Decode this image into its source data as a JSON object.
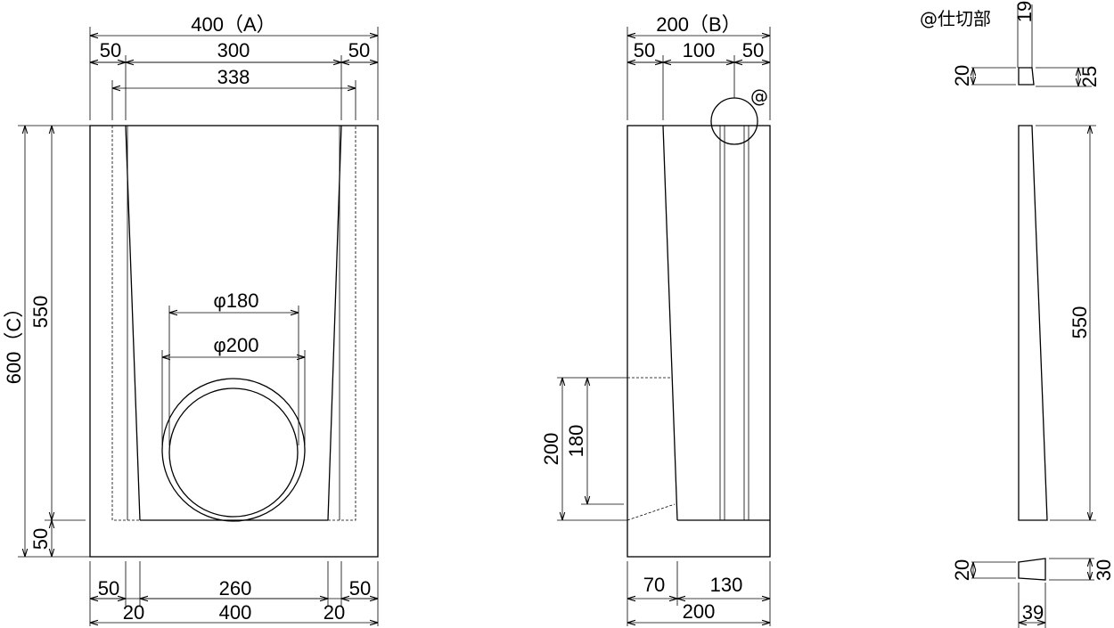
{
  "front_view": {
    "overall_width": "400（A）",
    "left_wall_top": "50",
    "inner_top": "300",
    "right_wall_top": "50",
    "inner_mid": "338",
    "pipe_inner_dia": "φ180",
    "pipe_outer_dia": "φ200",
    "overall_height": "600（C）",
    "inner_height": "550",
    "base_thickness": "50",
    "left_wall_bottom": "50",
    "inner_bottom": "260",
    "right_wall_bottom": "50",
    "left_taper": "20",
    "bottom_width": "400",
    "right_taper": "20"
  },
  "side_view": {
    "overall_width": "200（B）",
    "front_wall": "50",
    "inner": "100",
    "rear_wall": "50",
    "detail_marker": "@",
    "opening_outer": "200",
    "opening_inner": "180",
    "base_front": "70",
    "base_rear": "130",
    "base_total": "200"
  },
  "partition_detail": {
    "title": "@仕切部",
    "top_width": "19",
    "top_left_height": "20",
    "top_right_height": "25",
    "height": "550",
    "bottom_left_height": "20",
    "bottom_right_height": "30",
    "bottom_width": "39"
  }
}
